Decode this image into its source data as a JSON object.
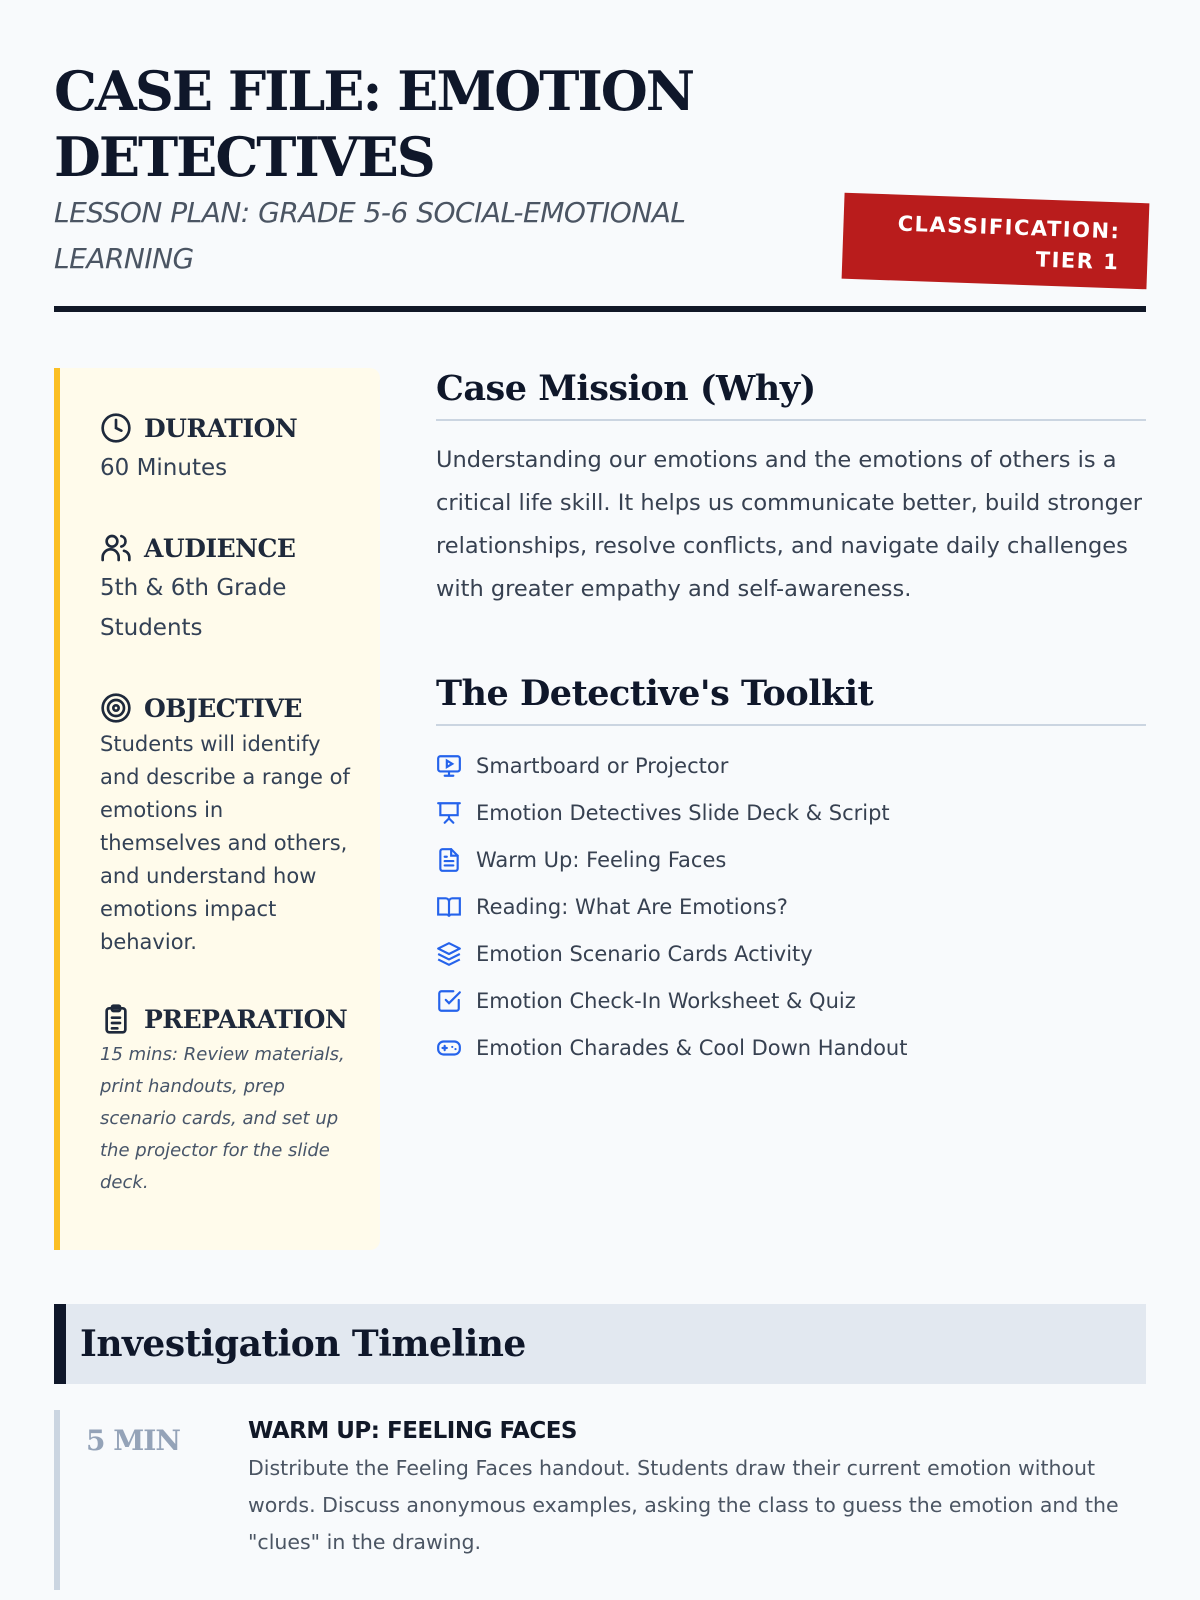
{
  "header": {
    "title": "CASE FILE: EMOTION DETECTIVES",
    "subtitle": "LESSON PLAN: GRADE 5-6 SOCIAL-EMOTIONAL LEARNING",
    "badge_line1": "CLASSIFICATION:",
    "badge_line2": "TIER 1"
  },
  "sidebar": {
    "duration": {
      "label": "DURATION",
      "value": "60 Minutes",
      "icon": "clock-icon"
    },
    "audience": {
      "label": "AUDIENCE",
      "value": "5th & 6th Grade Students",
      "icon": "users-icon"
    },
    "objective": {
      "label": "OBJECTIVE",
      "value": "Students will identify and describe a range of emotions in themselves and others, and understand how emotions impact behavior.",
      "icon": "target-icon"
    },
    "preparation": {
      "label": "PREPARATION",
      "value": "15 mins: Review materials, print handouts, prep scenario cards, and set up the projector for the slide deck.",
      "icon": "clipboard-icon"
    }
  },
  "mission": {
    "heading": "Case Mission (Why)",
    "text": "Understanding our emotions and the emotions of others is a critical life skill. It helps us communicate better, build stronger relationships, resolve conflicts, and navigate daily challenges with greater empathy and self-awareness."
  },
  "toolkit": {
    "heading": "The Detective's Toolkit",
    "items": [
      {
        "label": "Smartboard or Projector",
        "icon": "monitor-play-icon"
      },
      {
        "label": "Emotion Detectives Slide Deck & Script",
        "icon": "presentation-icon"
      },
      {
        "label": "Warm Up: Feeling Faces",
        "icon": "file-text-icon"
      },
      {
        "label": "Reading: What Are Emotions?",
        "icon": "book-open-icon"
      },
      {
        "label": "Emotion Scenario Cards Activity",
        "icon": "layers-icon"
      },
      {
        "label": "Emotion Check-In Worksheet & Quiz",
        "icon": "check-square-icon"
      },
      {
        "label": "Emotion Charades & Cool Down Handout",
        "icon": "gamepad-icon"
      }
    ]
  },
  "timeline": {
    "heading": "Investigation Timeline",
    "items": [
      {
        "time": "5 MIN",
        "title": "WARM UP: FEELING FACES",
        "desc": "Distribute the Feeling Faces handout. Students draw their current emotion without words. Discuss anonymous examples, asking the class to guess the emotion and the \"clues\" in the drawing."
      }
    ]
  },
  "colors": {
    "accent": "#2563eb",
    "badge": "#b91c1c",
    "sidebar_border": "#fbbf24",
    "sidebar_bg": "#fffbeb"
  }
}
